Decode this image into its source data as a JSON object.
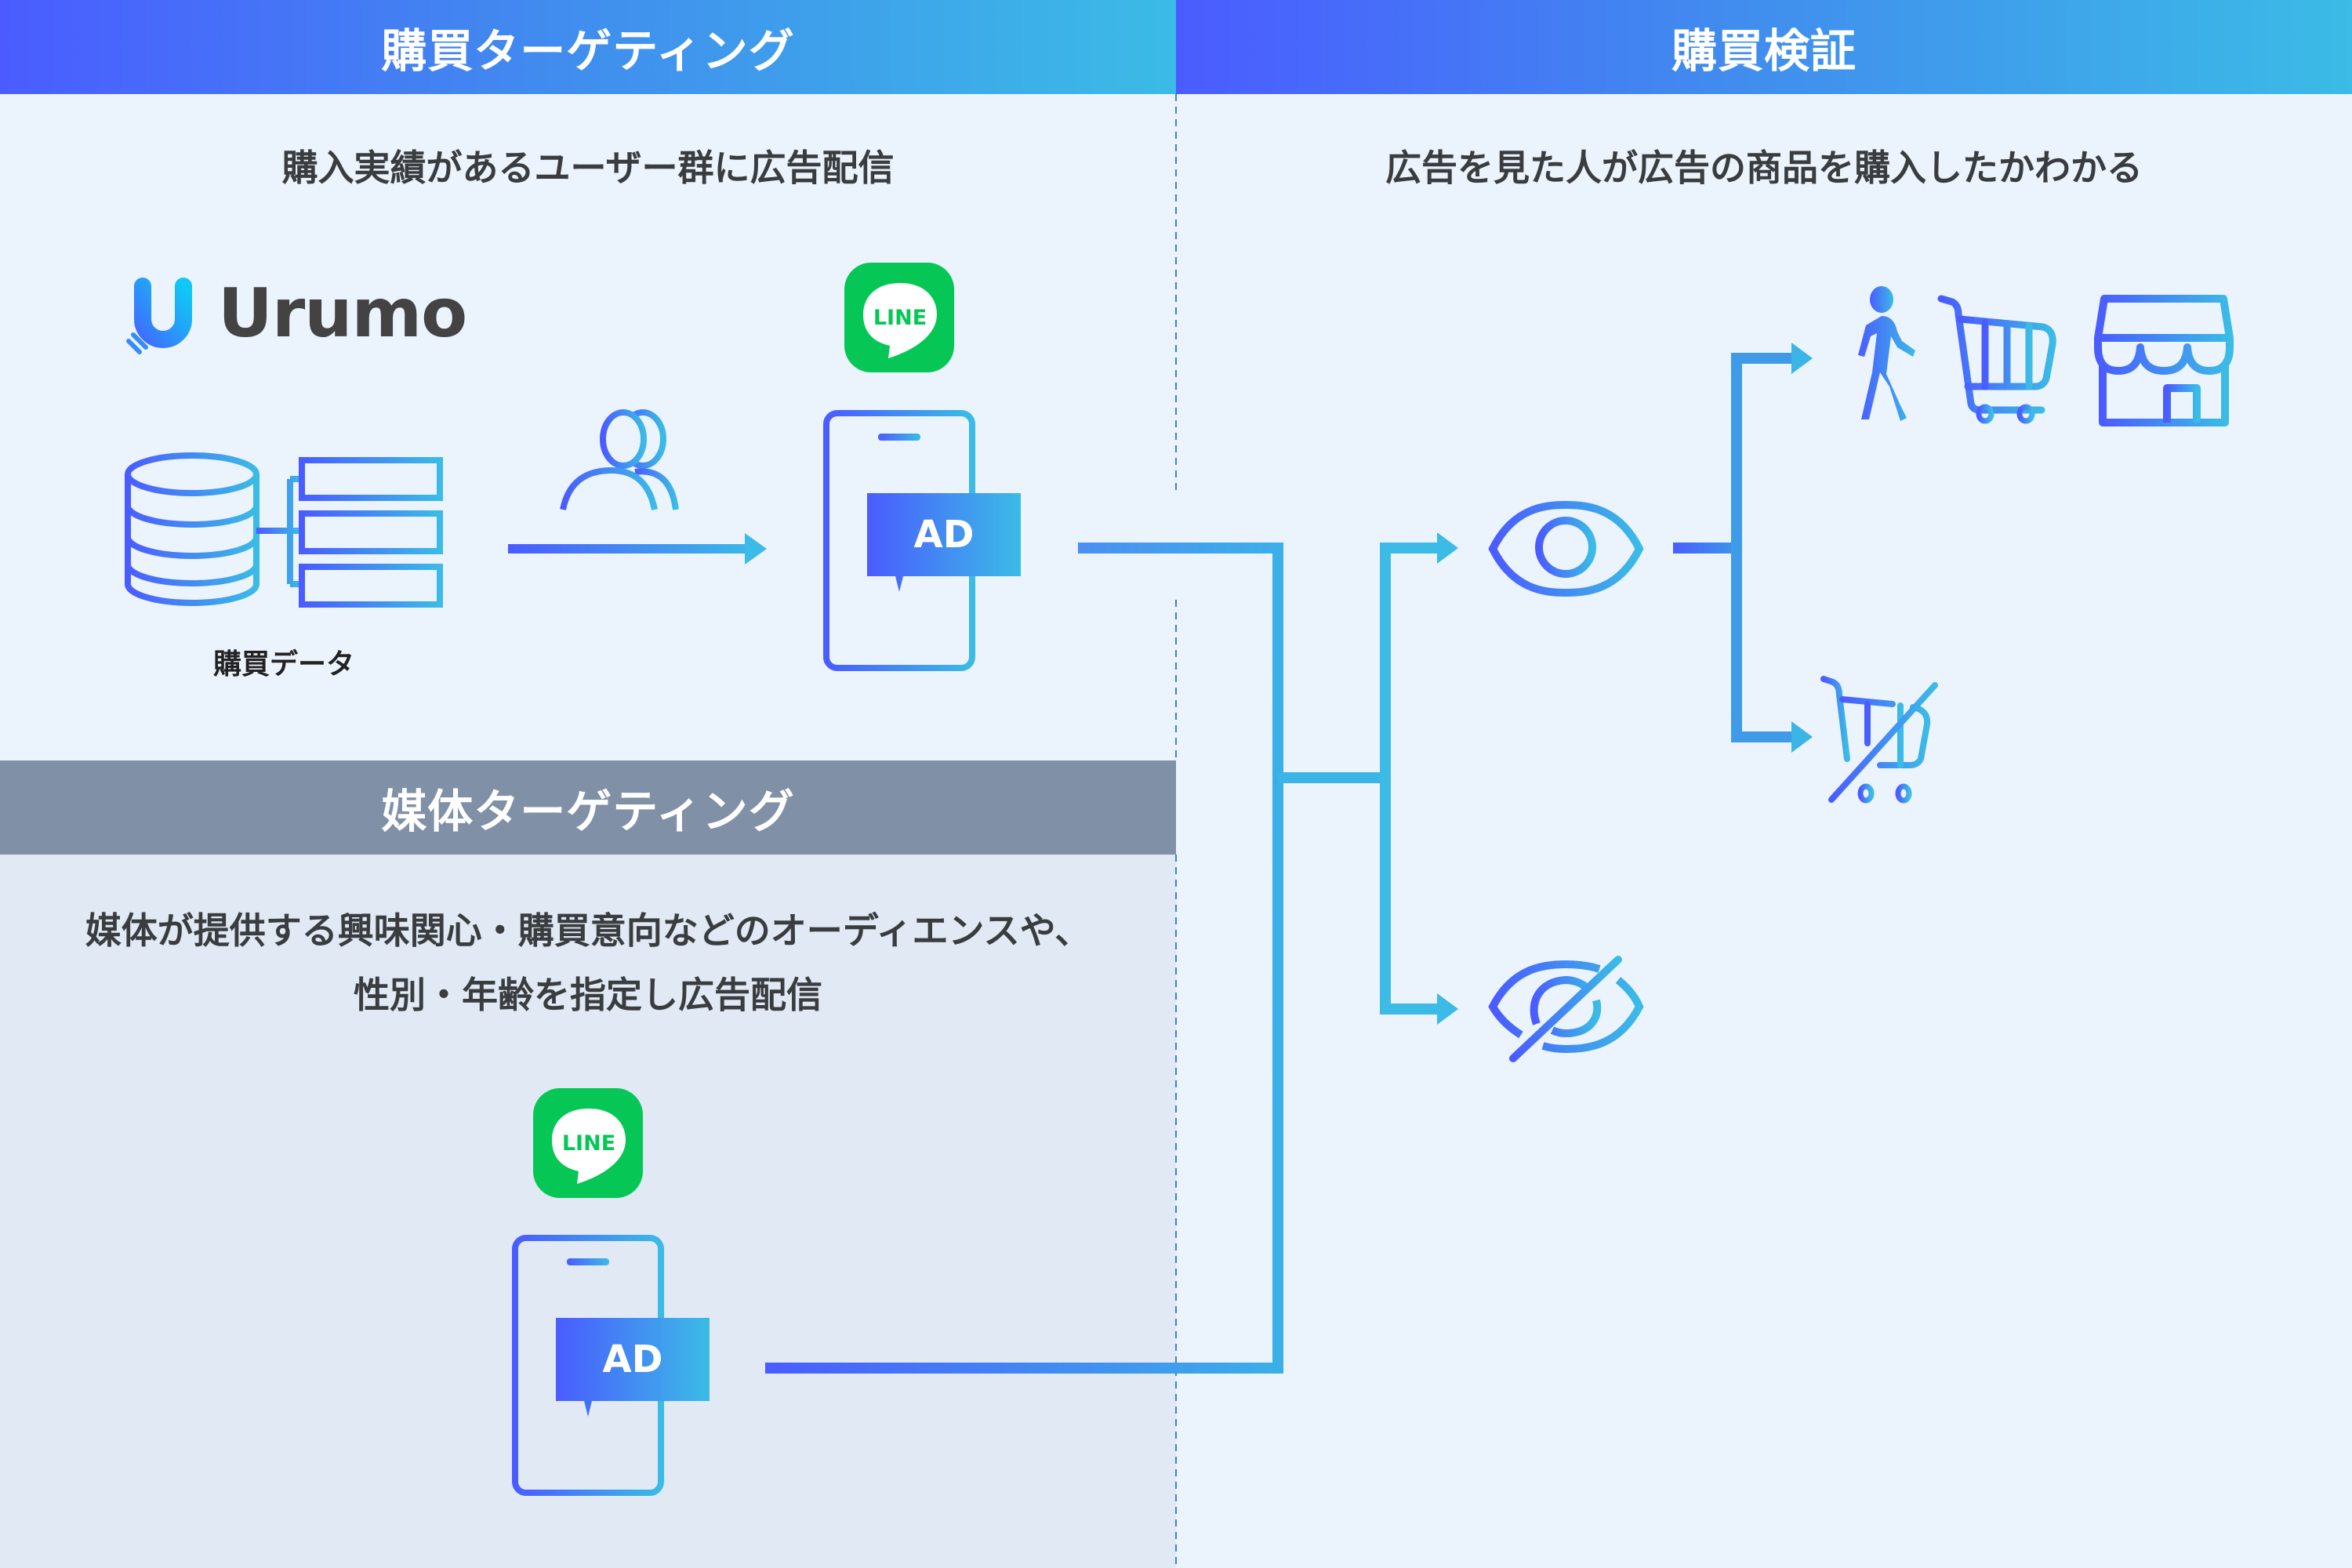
{
  "sections": {
    "purchase_targeting": {
      "title": "購買ターゲティング",
      "description": "購入実績があるユーザー群に広告配信",
      "brand": "Urumo",
      "data_caption": "購買データ",
      "channel": "LINE",
      "ad_label": "AD"
    },
    "purchase_verification": {
      "title": "購買検証",
      "description": "広告を見た人が広告の商品を購入したかわかる"
    },
    "media_targeting": {
      "title": "媒体ターゲティング",
      "description_line1": "媒体が提供する興味関心・購買意向などのオーディエンスや、",
      "description_line2": "性別・年齢を指定し広告配信",
      "channel": "LINE",
      "ad_label": "AD"
    }
  },
  "flow": {
    "nodes": [
      "purchase-database",
      "user-group",
      "line-ad-phone",
      "media-line-ad-phone",
      "viewed-ad",
      "not-viewed-ad",
      "purchased",
      "not-purchased"
    ],
    "outcomes": {
      "viewed": [
        "walking-person",
        "shopping-cart",
        "store"
      ],
      "not_purchased": [
        "shopping-cart-crossed"
      ]
    }
  },
  "colors": {
    "gradient_start": "#4a5cff",
    "gradient_end": "#3bbbe6",
    "media_bar": "#8090a7",
    "line_green": "#06c755",
    "background": "#ebf3fd",
    "text": "#3a3d40"
  }
}
